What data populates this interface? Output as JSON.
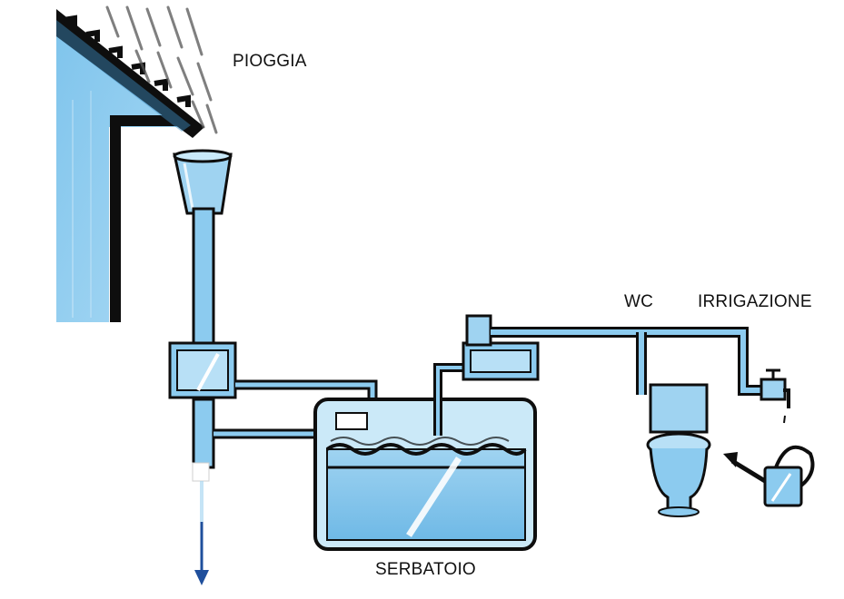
{
  "labels": {
    "rain": "PIOGGIA",
    "tank": "SERBATOIO",
    "wc": "WC",
    "irrigation": "IRRIGAZIONE"
  },
  "colors": {
    "water_blue": "#8ccbef",
    "light_blue": "#b8e0f6",
    "ink": "#0e0e0e",
    "arrow": "#1f4f9c"
  },
  "icons": {
    "rain": "rain-streaks",
    "roof": "roof-tiles",
    "downspout": "funnel-downspout",
    "filter": "filter-box",
    "tank": "storage-tank",
    "pump": "pump-unit",
    "toilet": "toilet-icon",
    "faucet": "faucet-icon",
    "watering_can": "watering-can-icon",
    "arrow": "overflow-arrow"
  }
}
